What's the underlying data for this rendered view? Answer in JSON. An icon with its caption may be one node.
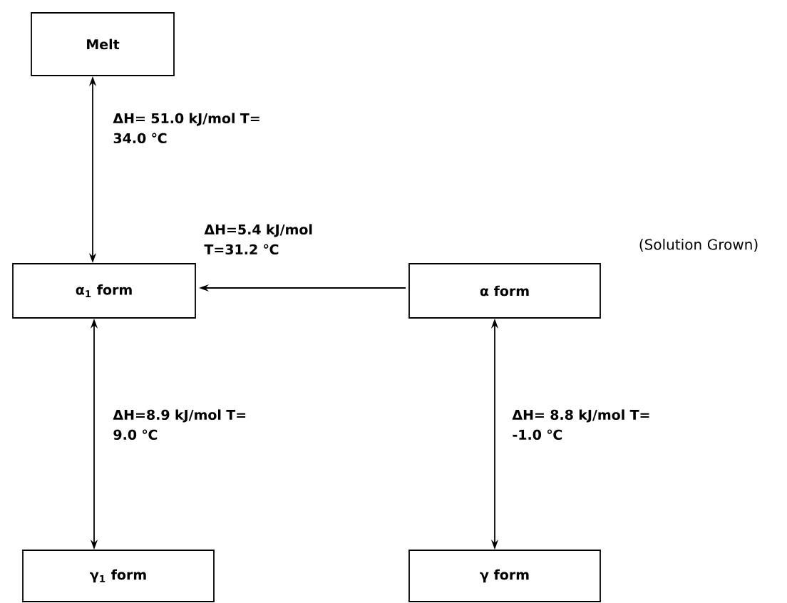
{
  "diagram": {
    "nodes": [
      {
        "text": [
          "Melt"
        ]
      },
      {
        "text": [
          "α$_{1}$ form"
        ]
      },
      {
        "text": [
          "α form"
        ],
        "beside": [
          "(Solution Grown)"
        ]
      },
      {
        "text": [
          "γ$_{1}$ form"
        ]
      },
      {
        "text": [
          "γ form"
        ]
      }
    ],
    "edges": [
      {
        "from": 0,
        "to": 1,
        "arrow": "both",
        "label": "ΔH= 51.0 kJ/mol T= 34.0 ℃"
      },
      {
        "from": 2,
        "to": 1,
        "arrow": "to",
        "label": "ΔH=5.4 kJ/mol T=31.2 ℃"
      },
      {
        "from": 1,
        "to": 3,
        "arrow": "both",
        "label": "ΔH=8.9 kJ/mol T= 9.0 ℃"
      },
      {
        "from": 2,
        "to": 4,
        "arrow": "both",
        "label": "ΔH= 8.8 kJ/mol T= -1.0 ℃"
      }
    ]
  }
}
